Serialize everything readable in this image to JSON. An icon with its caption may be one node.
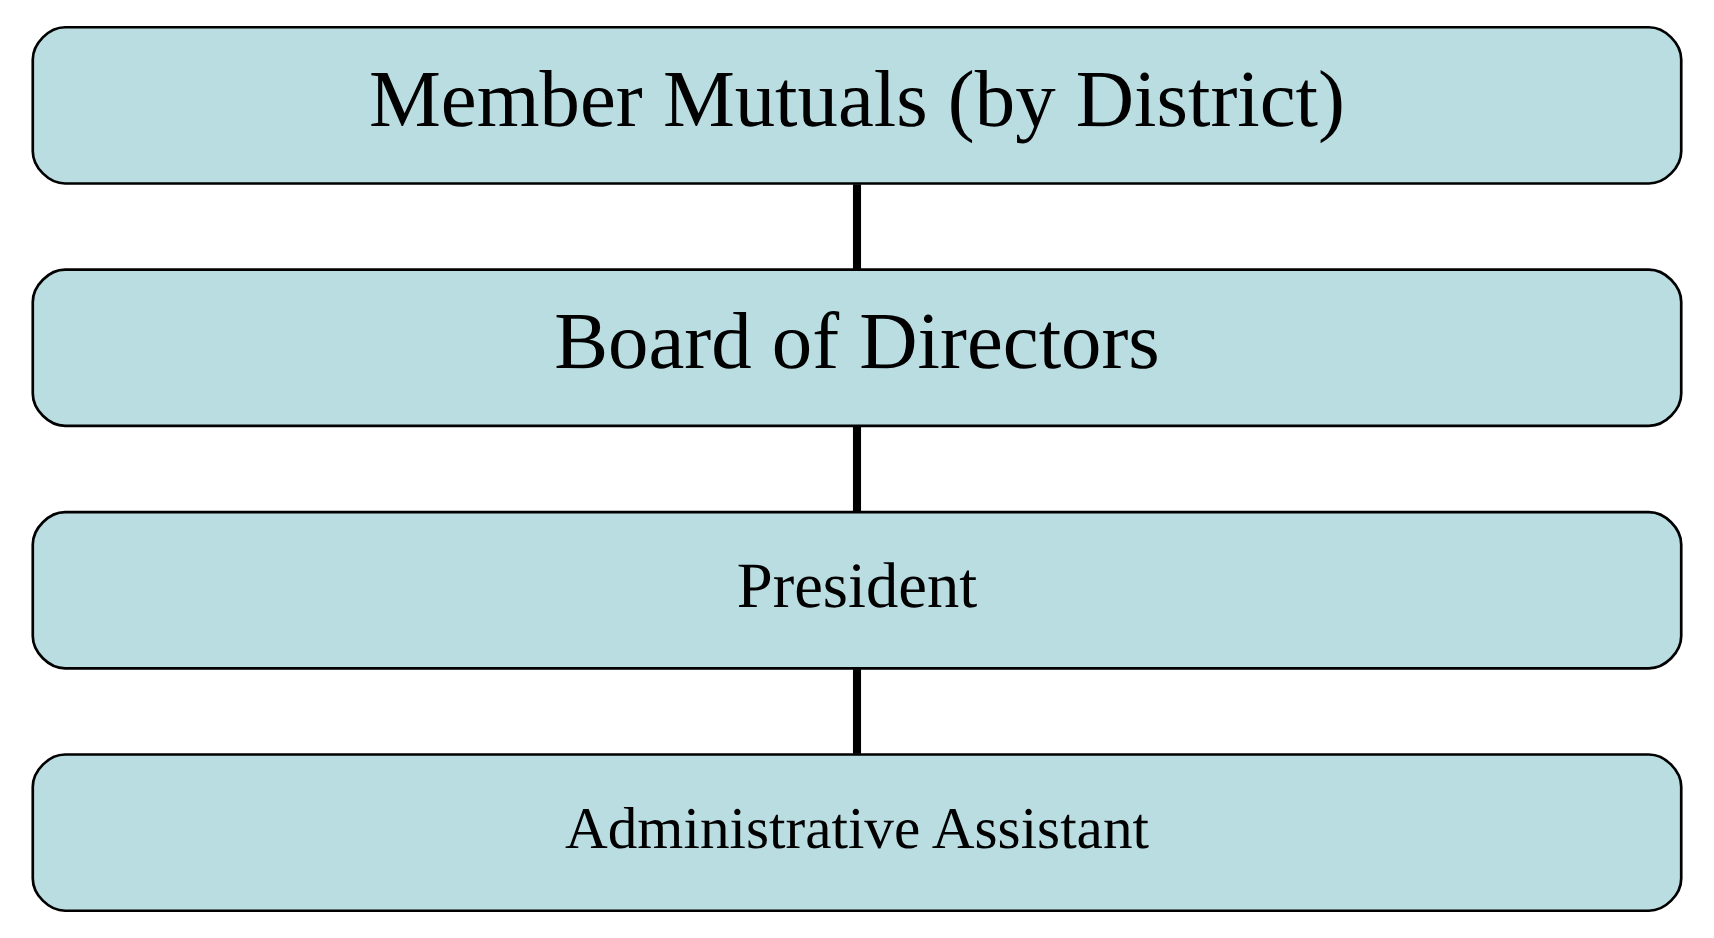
{
  "diagram": {
    "nodes": [
      {
        "text": [
          "Member Mutuals (by District)"
        ]
      },
      {
        "text": [
          "Board of Directors"
        ]
      },
      {
        "text": [
          "President"
        ]
      },
      {
        "text": [
          "Administrative Assistant"
        ]
      }
    ],
    "edges": [
      {
        "from": 0,
        "to": 1,
        "arrow": "none"
      },
      {
        "from": 1,
        "to": 2,
        "arrow": "none"
      },
      {
        "from": 2,
        "to": 3,
        "arrow": "none"
      }
    ]
  }
}
